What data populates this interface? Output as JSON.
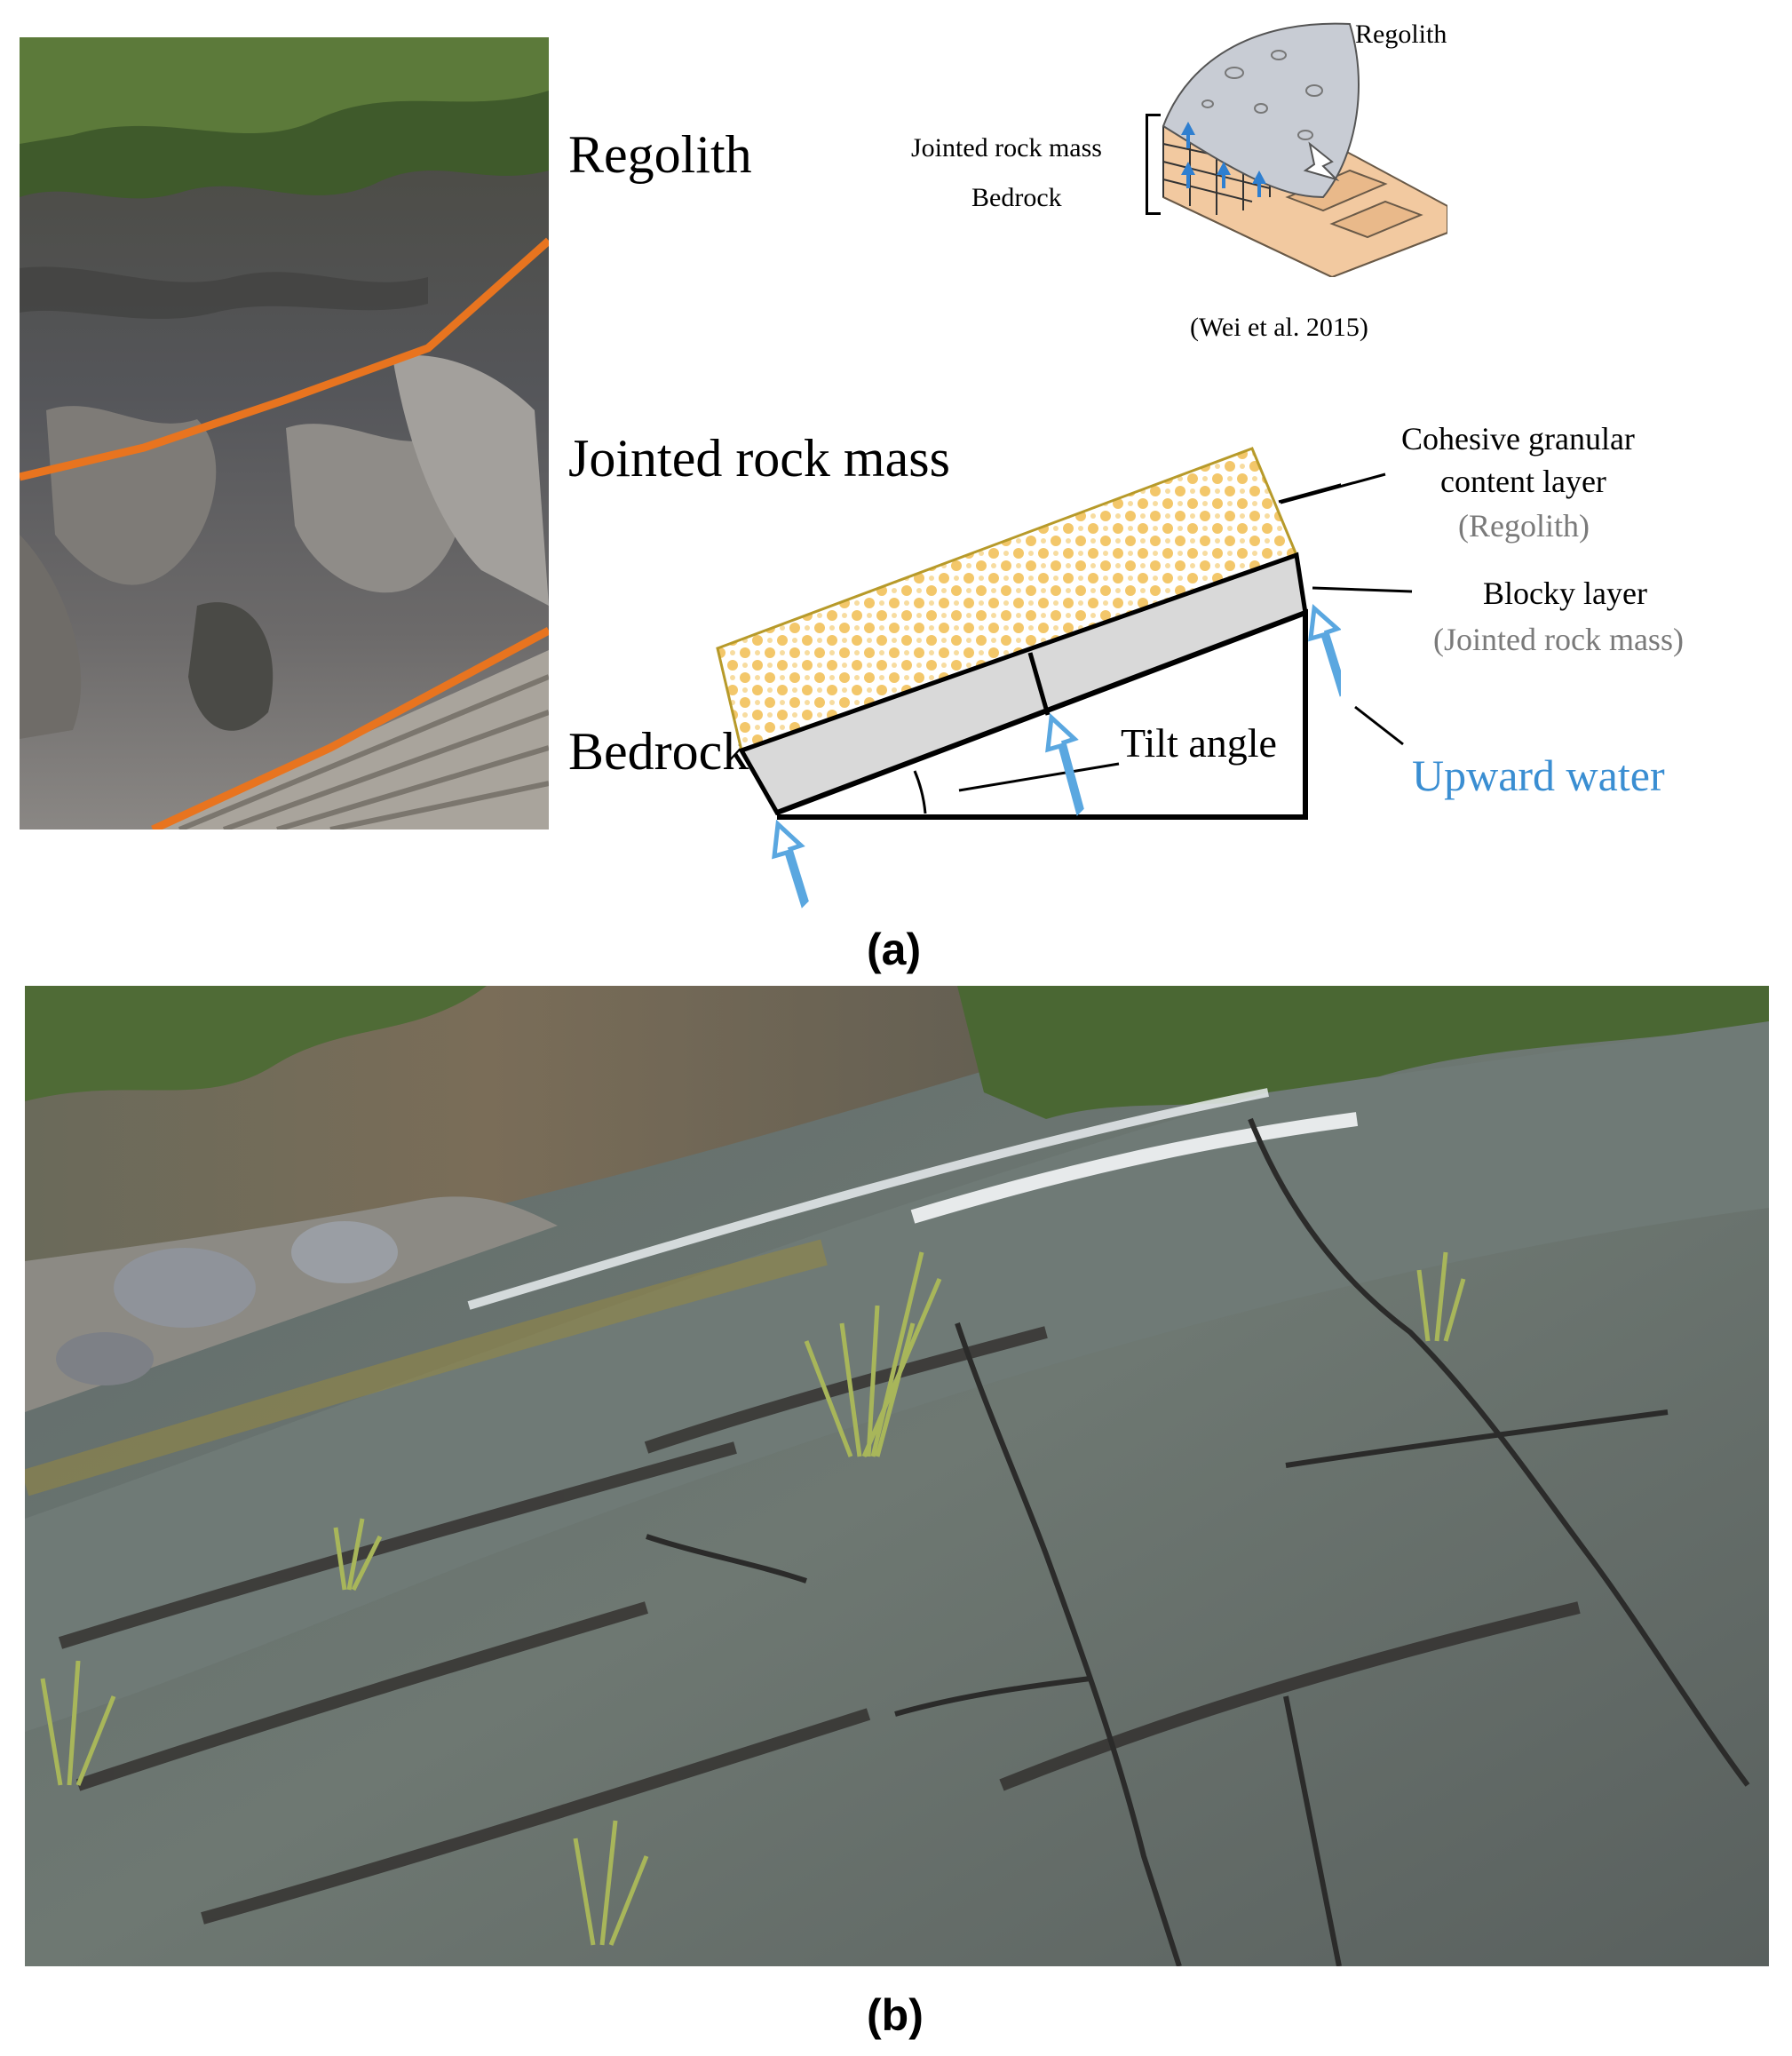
{
  "panel_a": {
    "photo_labels": {
      "regolith": "Regolith",
      "jointed_rock_mass": "Jointed rock mass",
      "bedrock": "Bedrock"
    },
    "inset": {
      "regolith": "Regolith",
      "jointed_rock_mass": "Jointed rock mass",
      "bedrock": "Bedrock",
      "citation": "(Wei et al. 2015)"
    },
    "schematic": {
      "cohesive_line1": "Cohesive granular",
      "cohesive_line2": "content layer",
      "cohesive_sub": "(Regolith)",
      "blocky": "Blocky  layer",
      "blocky_sub": "(Jointed rock mass)",
      "tilt_angle": "Tilt angle",
      "upward_water": "Upward water"
    },
    "caption": "(a)"
  },
  "panel_b": {
    "caption": "(b)"
  },
  "colors": {
    "orange_boundary": "#e8741f",
    "regolith_fill": "#f3c76a",
    "block_fill": "#d9d9d9",
    "water_arrow": "#5aa7e0",
    "inset_rock": "#f2c9a0",
    "inset_soil": "#c8ccd4"
  }
}
